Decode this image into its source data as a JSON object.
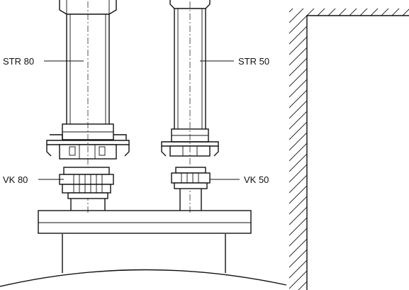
{
  "labels": {
    "str80": "STR 80",
    "str50": "STR 50",
    "vk80": "VK 80",
    "vk50": "VK 50"
  },
  "colors": {
    "line": "#111111",
    "background": "#ffffff"
  }
}
